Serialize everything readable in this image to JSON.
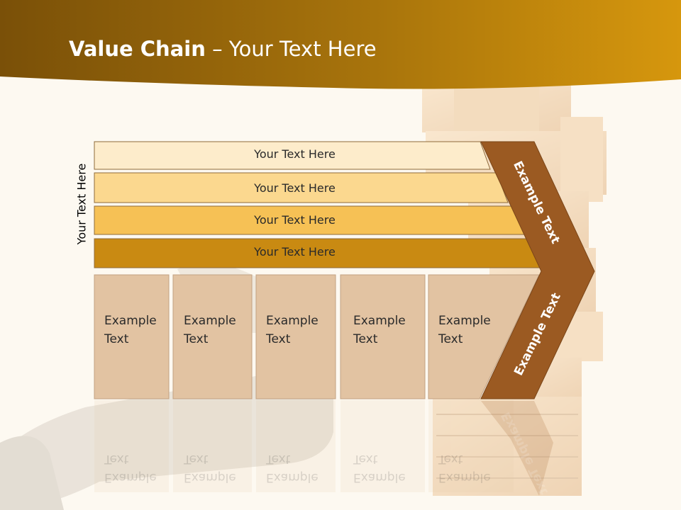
{
  "header": {
    "title_bold": "Value Chain",
    "title_rest": " – Your Text Here"
  },
  "side_label": "Your Text Here",
  "bars": [
    {
      "label": "Your Text Here",
      "color": "#fdeccb"
    },
    {
      "label": "Your Text Here",
      "color": "#fbd88f"
    },
    {
      "label": "Your Text Here",
      "color": "#f6c155"
    },
    {
      "label": "Your Text Here",
      "color": "#c98a12"
    }
  ],
  "boxes": [
    {
      "line1": "Example",
      "line2": "Text"
    },
    {
      "line1": "Example",
      "line2": "Text"
    },
    {
      "line1": "Example",
      "line2": "Text"
    },
    {
      "line1": "Example",
      "line2": "Text"
    },
    {
      "line1": "Example",
      "line2": "Text"
    }
  ],
  "chevron": {
    "upper_label": "Example Text",
    "lower_label": "Example Text",
    "color": "#9b5a22"
  },
  "colors": {
    "header_dark": "#7a5008",
    "header_light": "#d6970d",
    "box_fill": "#e2c3a2",
    "box_stroke": "#c2a283"
  }
}
